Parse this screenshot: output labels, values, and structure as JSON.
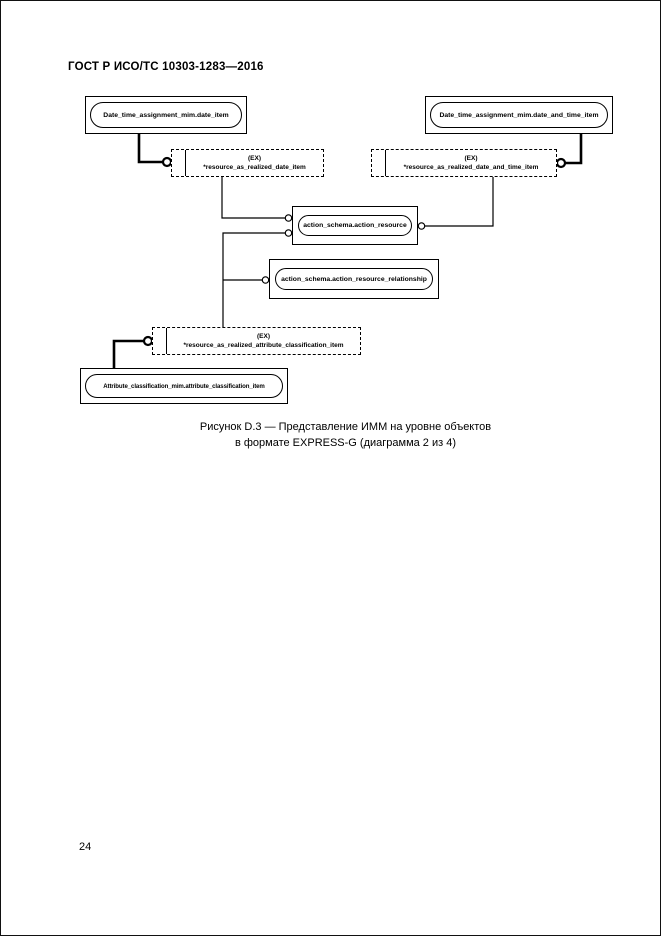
{
  "page": {
    "header": "ГОСТ Р ИСО/ТС 10303-1283—2016",
    "page_number": "24"
  },
  "caption": {
    "line1": "Рисунок D.3 — Представление ИММ на уровне объектов",
    "line2": "в формате EXPRESS-G (диаграмма 2 из 4)"
  },
  "diagram": {
    "notation": "EXPRESS-G",
    "entities": [
      {
        "id": "date_item",
        "type": "entity",
        "label": "Date_time_assignment_mim.date_item"
      },
      {
        "id": "date_and_time_item",
        "type": "entity",
        "label": "Date_time_assignment_mim.date_and_time_item"
      },
      {
        "id": "resource_as_realized_date_item",
        "type": "interschema_reference",
        "marker": "(EX)",
        "label": "*resource_as_realized_date_item"
      },
      {
        "id": "resource_as_realized_date_and_time_item",
        "type": "interschema_reference",
        "marker": "(EX)",
        "label": "*resource_as_realized_date_and_time_item"
      },
      {
        "id": "action_resource",
        "type": "entity",
        "label": "action_schema.action_resource"
      },
      {
        "id": "action_resource_relationship",
        "type": "entity",
        "label": "action_schema.action_resource_relationship"
      },
      {
        "id": "resource_as_realized_attribute_classification_item",
        "type": "interschema_reference",
        "marker": "(EX)",
        "label": "*resource_as_realized_attribute_classification_item"
      },
      {
        "id": "attribute_classification_item",
        "type": "entity",
        "label": "Attribute_classification_mim.attribute_classification_item"
      }
    ]
  }
}
